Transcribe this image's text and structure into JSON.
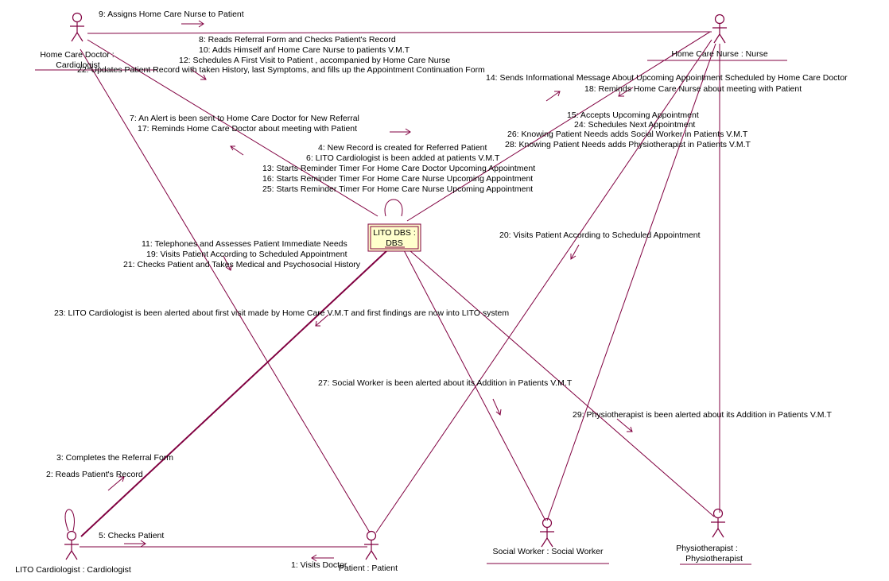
{
  "colors": {
    "line": "#800040",
    "object_fill": "#ffffcc",
    "text": "#000000"
  },
  "actors": {
    "home_care_doctor": {
      "line1": "Home Care Doctor :",
      "line2": "Cardiologist"
    },
    "home_care_nurse": {
      "line1": "Home Care Nurse : Nurse"
    },
    "lito_cardiologist": {
      "line1": "LITO Cardiologist : Cardiologist"
    },
    "patient": {
      "line1": "Patient : Patient"
    },
    "social_worker": {
      "line1": "Social Worker : Social Worker"
    },
    "physiotherapist": {
      "line1": "Physiotherapist :",
      "line2": "Physiotherapist"
    }
  },
  "object": {
    "line1": "LITO DBS :",
    "line2": "DBS"
  },
  "messages": {
    "m1": "1: Visits Doctor",
    "m2": "2: Reads Patient's Record",
    "m3": "3: Completes the Referral Form",
    "m4": "4: New Record is created for Referred Patient",
    "m5": "5: Checks Patient",
    "m6": "6: LITO Cardiologist is been added at patients V.M.T",
    "m7": "7: An Alert is been sent to Home Care Doctor for New Referral",
    "m8": "8: Reads Referral Form and Checks Patient's Record",
    "m9": "9: Assigns Home Care Nurse to Patient",
    "m10": "10: Adds Himself anf Home Care Nurse to patients V.M.T",
    "m11": "11: Telephones and Assesses Patient Immediate Needs",
    "m12": "12: Schedules A First Visit to Patient , accompanied by Home Care Nurse",
    "m13": "13: Starts Reminder Timer For Home Care Doctor Upcoming Appointment",
    "m14": "14: Sends Informational Message About Upcoming Appointment Scheduled by Home Care Doctor",
    "m15": "15: Accepts Upcoming Appointment",
    "m16": "16: Starts Reminder Timer For Home Care Nurse Upcoming Appointment",
    "m17": "17: Reminds Home Care Doctor about meeting with Patient",
    "m18": "18: Reminds Home Care Nurse about meeting with Patient",
    "m19": "19: Visits Patient According to Scheduled Appointment",
    "m20": "20: Visits Patient According to Scheduled Appointment",
    "m21": "21: Checks Patient and Takes Medical and Psychosocial History",
    "m22": "22: Updates Patient Record with  taken History, last Symptoms, and  fills up the Appointment Continuation Form",
    "m23": "23: LITO Cardiologist is been alerted about  first visit made by Home Care  V.M.T and first  findings are now into LITO system",
    "m24": "24: Schedules Next Appointment",
    "m25": "25: Starts Reminder Timer For Home Care Nurse Upcoming Appointment",
    "m26": "26: Knowing Patient Needs adds  Social Worker in Patients V.M.T",
    "m27": "27: Social Worker is been alerted about its Addition in Patients V.M.T",
    "m28": "28: Knowing Patient Needs adds Physiotherapist in Patients V.M.T",
    "m29": "29: Physiotherapist is been alerted about its Addition in Patients V.M.T"
  }
}
